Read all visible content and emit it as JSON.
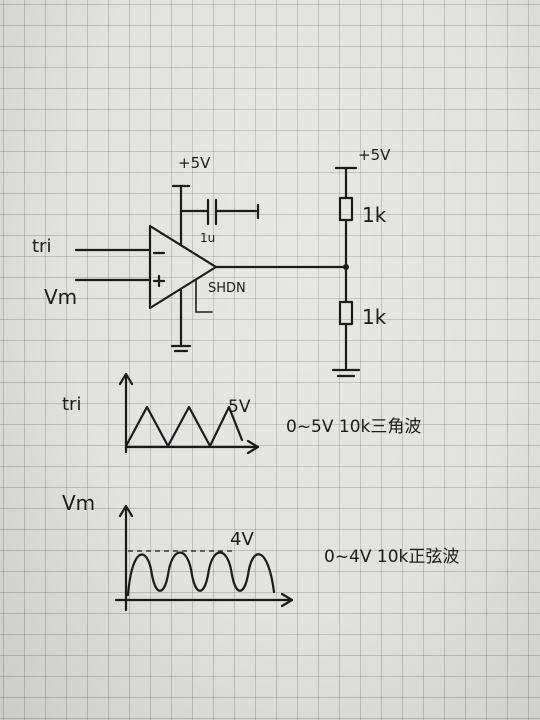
{
  "labels": {
    "opamp_supply": "+5V",
    "cap": "1u",
    "opamp_pin": "SHDN",
    "divider_supply": "+5V",
    "r_top": "1k",
    "r_bottom": "1k",
    "input_tri": "tri",
    "input_vm": "Vm"
  },
  "tri_plot": {
    "ylabel": "tri",
    "peak": "5V",
    "desc": "0~5V  10k三角波"
  },
  "vm_plot": {
    "ylabel": "Vm",
    "peak": "4V",
    "desc": "0~4V  10k正弦波"
  }
}
